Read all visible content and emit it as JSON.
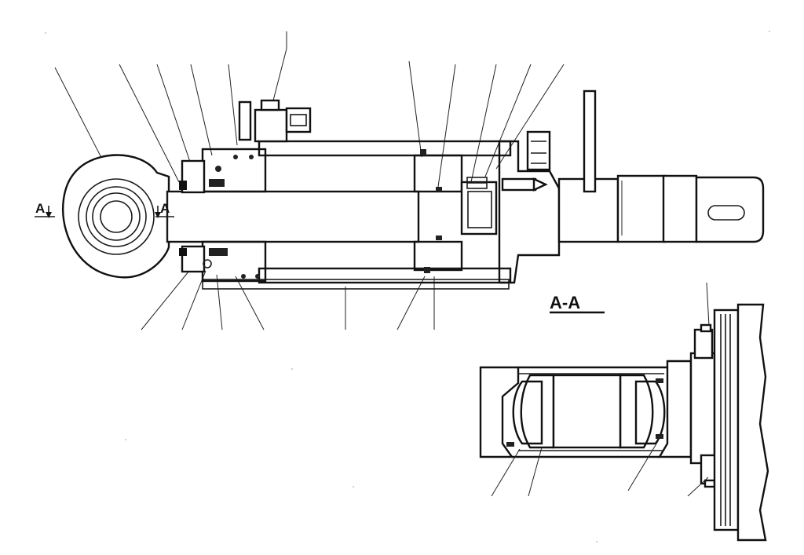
{
  "section_marker_left": "A",
  "section_marker_right": "A",
  "section_title": "A-A",
  "colors": {
    "ink": "#111111",
    "paper": "#ffffff"
  }
}
